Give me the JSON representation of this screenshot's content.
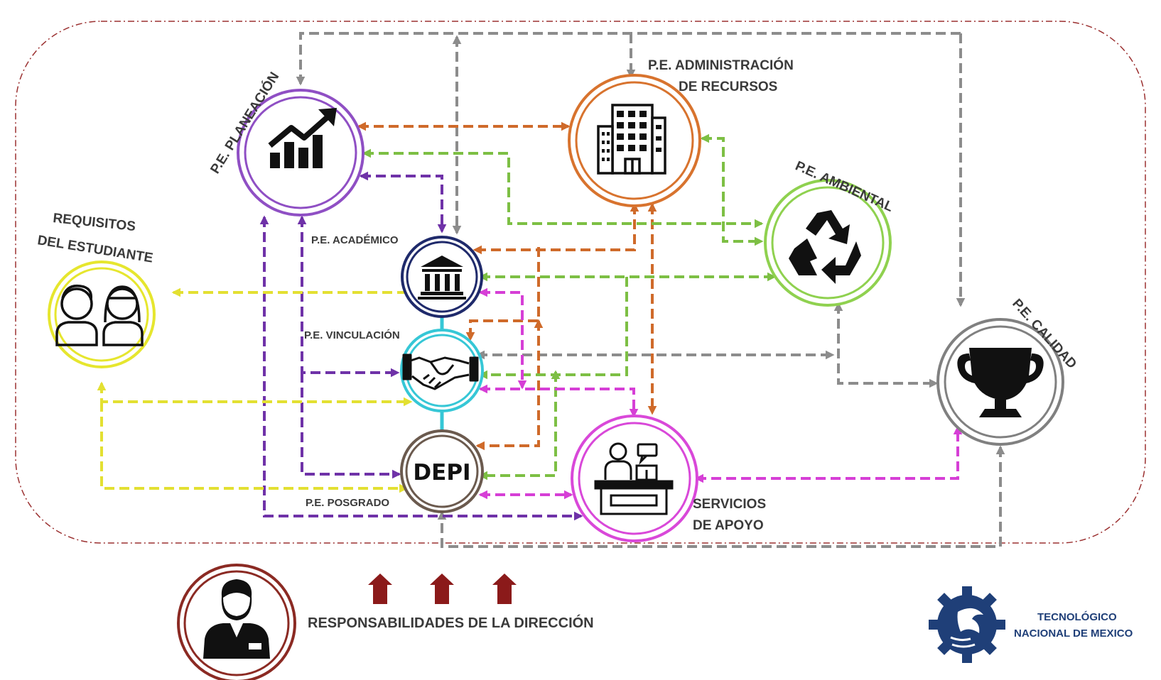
{
  "nodes": {
    "planeacion": {
      "label": "P.E. PLANEACIÓN",
      "color": "#8f4fc4",
      "icon": "growth-chart-icon"
    },
    "administracion": {
      "label_line1": "P.E. ADMINISTRACIÓN",
      "label_line2": "DE RECURSOS",
      "color": "#d8732e",
      "icon": "office-building-icon"
    },
    "ambiental": {
      "label": "P.E. AMBIENTAL",
      "color": "#8fd14f",
      "icon": "recycle-icon"
    },
    "calidad": {
      "label": "P.E. CALIDAD",
      "color": "#808080",
      "icon": "trophy-icon"
    },
    "requisitos": {
      "label_line1": "REQUISITOS",
      "label_line2": "DEL ESTUDIANTE",
      "color": "#e6e62e",
      "icon": "students-icon"
    },
    "academico": {
      "label": "P.E. ACADÉMICO",
      "color": "#1f2a6b",
      "icon": "institution-icon"
    },
    "vinculacion": {
      "label": "P.E. VINCULACIÓN",
      "color": "#36c7d6",
      "icon": "handshake-icon"
    },
    "posgrado": {
      "label": "P.E. POSGRADO",
      "color": "#6b5a4e",
      "icon_text": "DEPI"
    },
    "servicios": {
      "label_line1": "SERVICIOS",
      "label_line2": "DE APOYO",
      "color": "#d948d9",
      "icon": "reception-desk-icon"
    },
    "direccion": {
      "label": "RESPONSABILIDADES DE LA DIRECCIÓN",
      "color": "#8b2a23",
      "icon": "manager-icon"
    }
  },
  "logo": {
    "line1": "TECNOLÓGICO",
    "line2": "NACIONAL DE MEXICO",
    "color": "#1f3f78"
  },
  "colors": {
    "gray": "#8c8c8c",
    "orange": "#cf6a2a",
    "green": "#7dbf44",
    "purple": "#6f32a8",
    "yellow": "#e3e032",
    "magenta": "#d63fd6",
    "boundary": "#9b3030",
    "arrow_up": "#8b1a1a"
  }
}
